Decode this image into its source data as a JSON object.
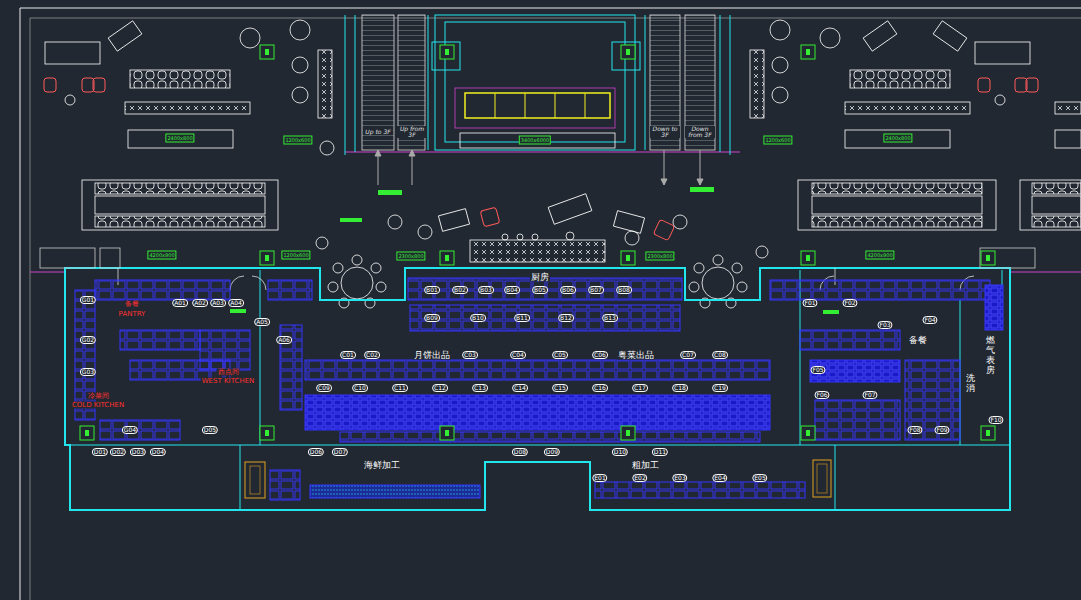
{
  "diagram": {
    "labels": [
      "Up to 3F",
      "Up from 3F",
      "Down to 3F",
      "Down from 3F",
      "2400x800",
      "1200x600",
      "3400x6000",
      "1200x600",
      "2400x800",
      "4200x900",
      "1200x600",
      "2300x800",
      "2300x800",
      "4200x900",
      "厨房",
      "月饼出品",
      "粤菜出品",
      "海鲜加工",
      "粗加工",
      "备餐",
      "燃气表房",
      "洗消",
      "备餐",
      "PANTRY",
      "西点间",
      "WEST KITCHEN",
      "冷菜间",
      "COLD KITCHEN",
      "A01",
      "A02",
      "A03",
      "A04",
      "A05",
      "A06",
      "B01",
      "B02",
      "B03",
      "B04",
      "B05",
      "B06",
      "B07",
      "B08",
      "B09",
      "B10",
      "B11",
      "B12",
      "B13",
      "C01",
      "C02",
      "C03",
      "C04",
      "C05",
      "C06",
      "C07",
      "C08",
      "C09",
      "C10",
      "C11",
      "C12",
      "C13",
      "C14",
      "C15",
      "C16",
      "C17",
      "C18",
      "C19",
      "D01",
      "D02",
      "D03",
      "D04",
      "D05",
      "D06",
      "D07",
      "D08",
      "D09",
      "D10",
      "D11",
      "E01",
      "E02",
      "E03",
      "E04",
      "E05",
      "F01",
      "F02",
      "F03",
      "F04",
      "F05",
      "F06",
      "F07",
      "F08",
      "F09",
      "F10",
      "G01",
      "G02",
      "G03",
      "G04"
    ]
  }
}
